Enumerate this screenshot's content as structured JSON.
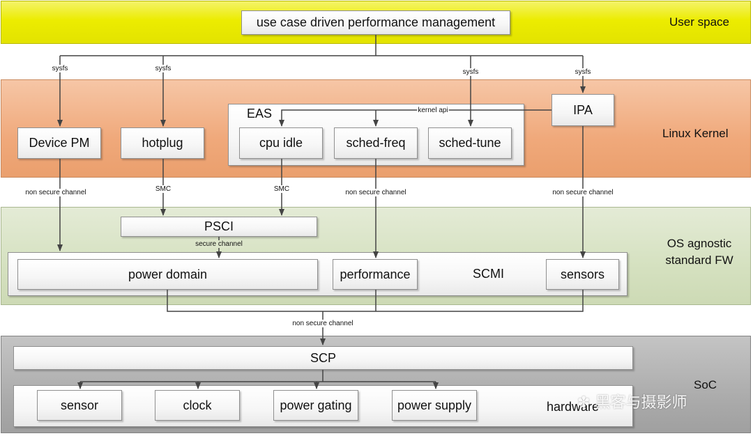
{
  "layers": {
    "user_space": "User space",
    "linux_kernel": "Linux Kernel",
    "os_agnostic_line1": "OS agnostic",
    "os_agnostic_line2": "standard FW",
    "soc": "SoC"
  },
  "user_space": {
    "use_case": "use case driven performance management"
  },
  "kernel": {
    "device_pm": "Device PM",
    "hotplug": "hotplug",
    "eas": {
      "title": "EAS",
      "cpu_idle": "cpu idle",
      "sched_freq": "sched-freq",
      "sched_tune": "sched-tune"
    },
    "ipa": "IPA"
  },
  "firmware": {
    "psci": "PSCI",
    "scmi": {
      "title": "SCMI",
      "power_domain": "power domain",
      "performance": "performance",
      "sensors": "sensors"
    }
  },
  "soc": {
    "scp": "SCP",
    "hardware": {
      "title": "hardware",
      "sensor": "sensor",
      "clock": "clock",
      "power_gating": "power gating",
      "power_supply": "power supply"
    }
  },
  "edge_labels": {
    "sysfs": "sysfs",
    "kernel_api": "kernel api",
    "non_secure_channel": "non secure channel",
    "smc": "SMC",
    "secure_channel": "secure channel"
  },
  "colors": {
    "user_space": "#ecec00",
    "linux_kernel": "#f0a97b",
    "os_agnostic_fw": "#d5e1c0",
    "soc": "#a9a9a9",
    "arrow": "#444444"
  },
  "watermark": "黑客与摄影师"
}
